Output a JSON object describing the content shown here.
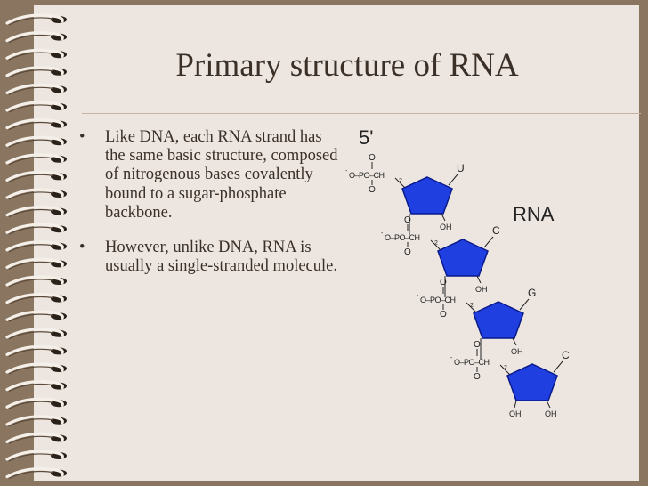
{
  "slide": {
    "title": "Primary structure of RNA",
    "bullets": [
      "Like DNA, each RNA strand has the same basic structure, composed of nitrogenous bases covalently bound to a sugar-phosphate backbone.",
      "However, unlike DNA, RNA is usually a single-stranded molecule."
    ],
    "bullet_marker": "•"
  },
  "diagram": {
    "end_label": "5'",
    "molecule_label": "RNA",
    "phosphate_label": "O–PO–CH",
    "phosphate_subscript": "2",
    "oxygen": "O",
    "minus": "-",
    "hydroxyl": "OH",
    "bases": [
      "U",
      "C",
      "G",
      "C"
    ],
    "colors": {
      "sugar_fill": "#1f3fe0",
      "sugar_stroke": "#0a1a8a"
    }
  }
}
